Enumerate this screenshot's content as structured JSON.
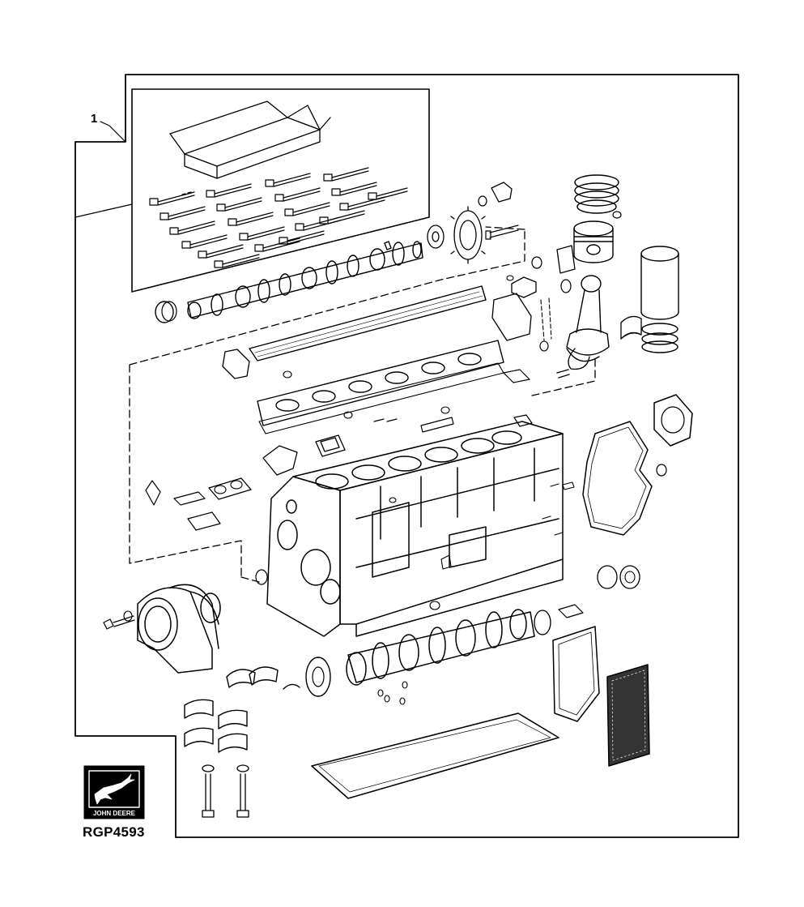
{
  "diagram": {
    "callouts": [
      {
        "number": "1",
        "label": "1"
      }
    ],
    "figure_code": "RGP4593",
    "logo_text": "JOHN DEERE"
  }
}
